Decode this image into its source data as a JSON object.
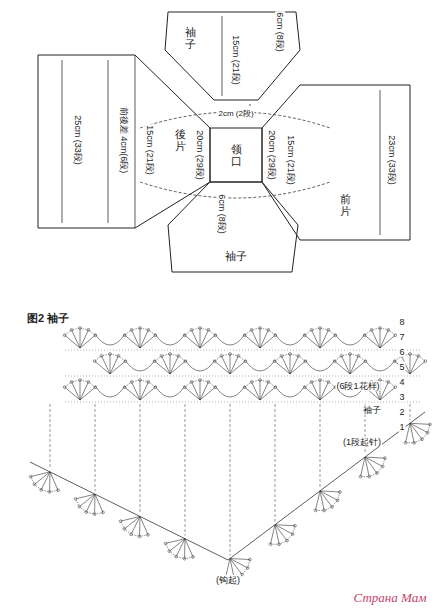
{
  "diagram": {
    "nodes": [
      {
        "text": [
          "袖子"
        ]
      },
      {
        "text": [
          "後片"
        ]
      },
      {
        "text": [
          "领口"
        ]
      },
      {
        "text": [
          "前片"
        ]
      },
      {
        "text": [
          "袖子"
        ]
      }
    ],
    "labels": [
      "25cm (33段)",
      "前後差 4cm(6段)",
      "15cm (21段)",
      "20cm (29段)",
      "6cm (8段)",
      "15cm (21段)",
      "2cm (2段)",
      "20cm (29段)",
      "15cm (21段)",
      "23cm (33段)",
      "6cm (8段)",
      "图2 袖子",
      "8",
      "7",
      "6",
      "5",
      "4",
      "3",
      "2",
      "1",
      "(6段1花样)",
      "袖子",
      "(1段起针)",
      "(钩起)",
      "Страна Мам"
    ]
  }
}
